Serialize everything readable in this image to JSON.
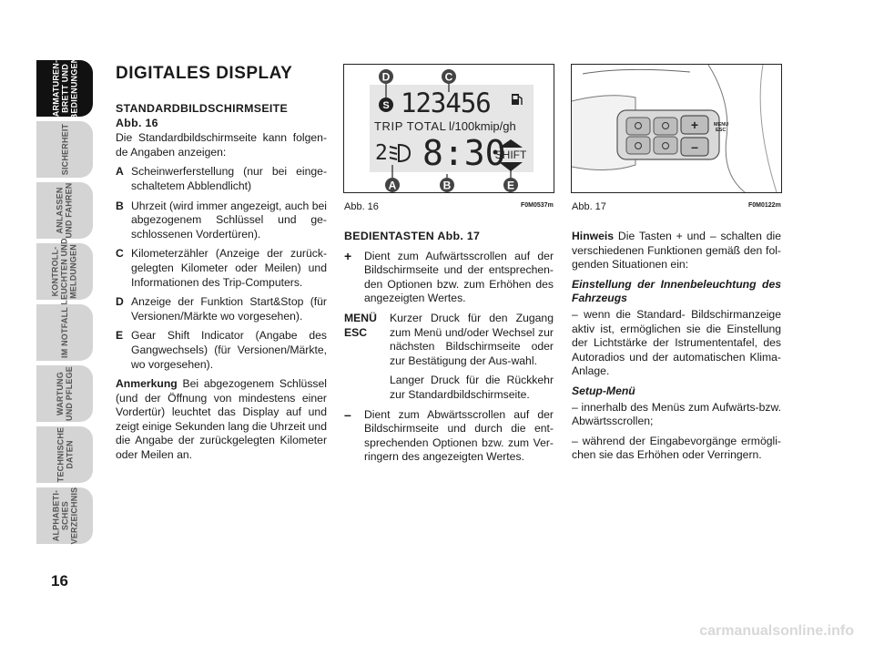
{
  "tabs": [
    {
      "label": "ARMATUREN-\nBRETT UND\nBEDIENUNGEN",
      "active": true
    },
    {
      "label": "SICHERHEIT",
      "active": false
    },
    {
      "label": "ANLASSEN\nUND FAHREN",
      "active": false
    },
    {
      "label": "KONTROLL-\nLEUCHTEN UND\nMELDUNGEN",
      "active": false
    },
    {
      "label": "IM NOTFALL",
      "active": false
    },
    {
      "label": "WARTUNG\nUND PFLEGE",
      "active": false
    },
    {
      "label": "TECHNISCHE\nDATEN",
      "active": false
    },
    {
      "label": "ALPHABETI-\nSCHES\nVERZEICHNIS",
      "active": false
    }
  ],
  "page_number": "16",
  "col1": {
    "title": "DIGITALES DISPLAY",
    "subtitle": "STANDARDBILDSCHIRMSEITE\nAbb. 16",
    "intro": "Die Standardbildschirmseite kann folgen-de Angaben anzeigen:",
    "items": [
      {
        "key": "A",
        "text": "Scheinwerferstellung (nur bei einge-schaltetem Abblendlicht)"
      },
      {
        "key": "B",
        "text": "Uhrzeit (wird immer angezeigt, auch bei abgezogenem Schlüssel und ge-schlossenen Vordertüren)."
      },
      {
        "key": "C",
        "text": "Kilometerzähler (Anzeige der zurück-gelegten Kilometer oder Meilen) und Informationen des Trip-Computers."
      },
      {
        "key": "D",
        "text": "Anzeige der Funktion Start&Stop (für Versionen/Märkte wo vorgesehen)."
      },
      {
        "key": "E",
        "text": "Gear Shift Indicator (Angabe des Gangwechsels) (für Versionen/Märkte, wo vorgesehen)."
      }
    ],
    "note_label": "Anmerkung",
    "note_text": " Bei abgezogenem Schlüssel (und der Öffnung von mindestens einer Vordertür) leuchtet das Display auf und zeigt einige Sekunden lang die Uhrzeit und die Angabe der zurückgelegten Kilometer oder Meilen an."
  },
  "fig16": {
    "caption": "Abb. 16",
    "code": "F0M0537m",
    "odometer": "123456",
    "trip_line": "TRIP TOTAL",
    "units": "l/100kmip/gh",
    "gear": "2",
    "clock": "8:30",
    "shift": "SHIFT",
    "markers": [
      "D",
      "C",
      "A",
      "B",
      "E"
    ],
    "s_label": "S"
  },
  "fig17": {
    "caption": "Abb. 17",
    "code": "F0M0122m",
    "plus": "+",
    "minus": "–",
    "menu": "MENU\nESC"
  },
  "col2": {
    "title_bold": "BEDIENTASTEN",
    "title_ref": " Abb. 17",
    "plus_key": "+",
    "plus_text": "Dient zum Aufwärtsscrollen auf der Bildschirmseite und der entsprechen-den Optionen bzw. zum Erhöhen des angezeigten Wertes.",
    "menu_key": "MENÜ\nESC",
    "menu_text1": "Kurzer Druck für den Zugang zum Menü und/oder Wechsel zur nächsten Bildschirmseite oder zur Bestätigung der Aus-wahl.",
    "menu_text2": "Langer Druck für die Rückkehr zur Standardbildschirmseite.",
    "minus_key": "–",
    "minus_text": "Dient zum Abwärtsscrollen auf der Bildschirmseite und durch die ent-sprechenden Optionen bzw. zum Ver-ringern des angezeigten Wertes."
  },
  "col3": {
    "hint_label": "Hinweis",
    "hint_text": " Die Tasten + und – schalten die verschiedenen Funktionen gemäß den fol-genden Situationen ein:",
    "sub1": "Einstellung der Innenbeleuchtung des Fahrzeugs",
    "text1": "– wenn die Standard- Bildschirmanzeige aktiv ist, ermöglichen sie die Einstellung der Lichtstärke der Istrumententafel, des Autoradios und der automatischen Klima-Anlage.",
    "sub2": "Setup-Menü",
    "text2": "– innerhalb des Menüs zum Aufwärts-bzw. Abwärtsscrollen;",
    "text3": "– während der Eingabevorgänge ermögli-chen sie das Erhöhen oder Verringern."
  },
  "footer": "carmanualsonline.info"
}
